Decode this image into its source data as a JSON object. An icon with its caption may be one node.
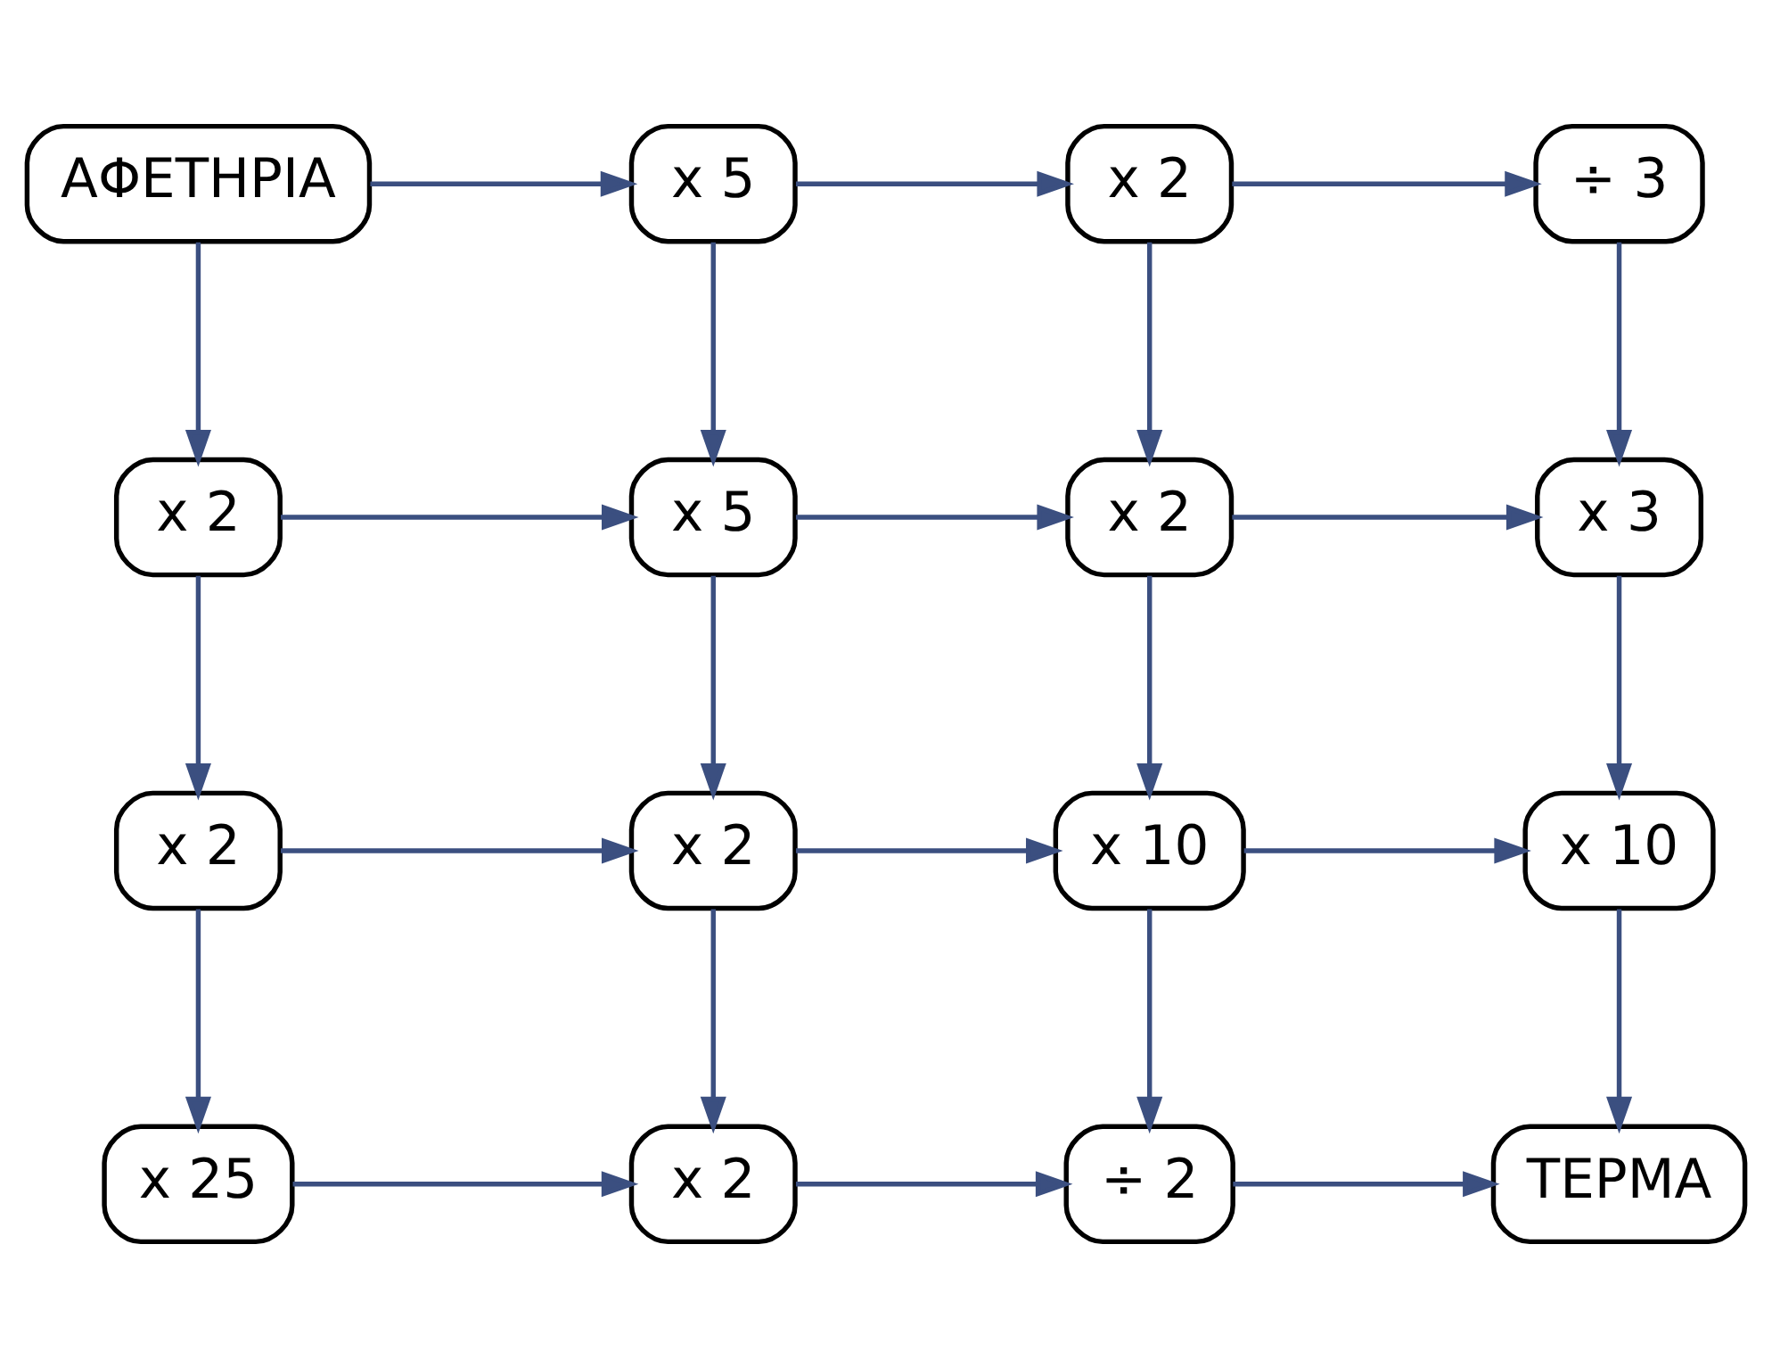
{
  "diagram": {
    "nodes": [
      {
        "text": [
          "ΑΦΕΤΗΡΙΑ"
        ]
      },
      {
        "text": [
          "x 5"
        ]
      },
      {
        "text": [
          "x 2"
        ]
      },
      {
        "text": [
          "÷ 3"
        ]
      },
      {
        "text": [
          "x 2"
        ]
      },
      {
        "text": [
          "x 5"
        ]
      },
      {
        "text": [
          "x 2"
        ]
      },
      {
        "text": [
          "x 3"
        ]
      },
      {
        "text": [
          "x 2"
        ]
      },
      {
        "text": [
          "x 2"
        ]
      },
      {
        "text": [
          "x 10"
        ]
      },
      {
        "text": [
          "x 10"
        ]
      },
      {
        "text": [
          "x 25"
        ]
      },
      {
        "text": [
          "x 2"
        ]
      },
      {
        "text": [
          "÷ 2"
        ]
      },
      {
        "text": [
          "ΤΕΡΜΑ"
        ]
      }
    ],
    "edges": [
      {
        "from": 0,
        "to": 1,
        "arrow": "to"
      },
      {
        "from": 1,
        "to": 2,
        "arrow": "to"
      },
      {
        "from": 2,
        "to": 3,
        "arrow": "to"
      },
      {
        "from": 0,
        "to": 4,
        "arrow": "to"
      },
      {
        "from": 1,
        "to": 5,
        "arrow": "to"
      },
      {
        "from": 2,
        "to": 6,
        "arrow": "to"
      },
      {
        "from": 3,
        "to": 7,
        "arrow": "to"
      },
      {
        "from": 4,
        "to": 5,
        "arrow": "to"
      },
      {
        "from": 5,
        "to": 6,
        "arrow": "to"
      },
      {
        "from": 6,
        "to": 7,
        "arrow": "to"
      },
      {
        "from": 4,
        "to": 8,
        "arrow": "to"
      },
      {
        "from": 5,
        "to": 9,
        "arrow": "to"
      },
      {
        "from": 6,
        "to": 10,
        "arrow": "to"
      },
      {
        "from": 7,
        "to": 11,
        "arrow": "to"
      },
      {
        "from": 8,
        "to": 9,
        "arrow": "to"
      },
      {
        "from": 9,
        "to": 10,
        "arrow": "to"
      },
      {
        "from": 10,
        "to": 11,
        "arrow": "to"
      },
      {
        "from": 8,
        "to": 12,
        "arrow": "to"
      },
      {
        "from": 9,
        "to": 13,
        "arrow": "to"
      },
      {
        "from": 10,
        "to": 14,
        "arrow": "to"
      },
      {
        "from": 11,
        "to": 15,
        "arrow": "to"
      },
      {
        "from": 12,
        "to": 13,
        "arrow": "to"
      },
      {
        "from": 13,
        "to": 14,
        "arrow": "to"
      },
      {
        "from": 14,
        "to": 15,
        "arrow": "to"
      }
    ]
  }
}
